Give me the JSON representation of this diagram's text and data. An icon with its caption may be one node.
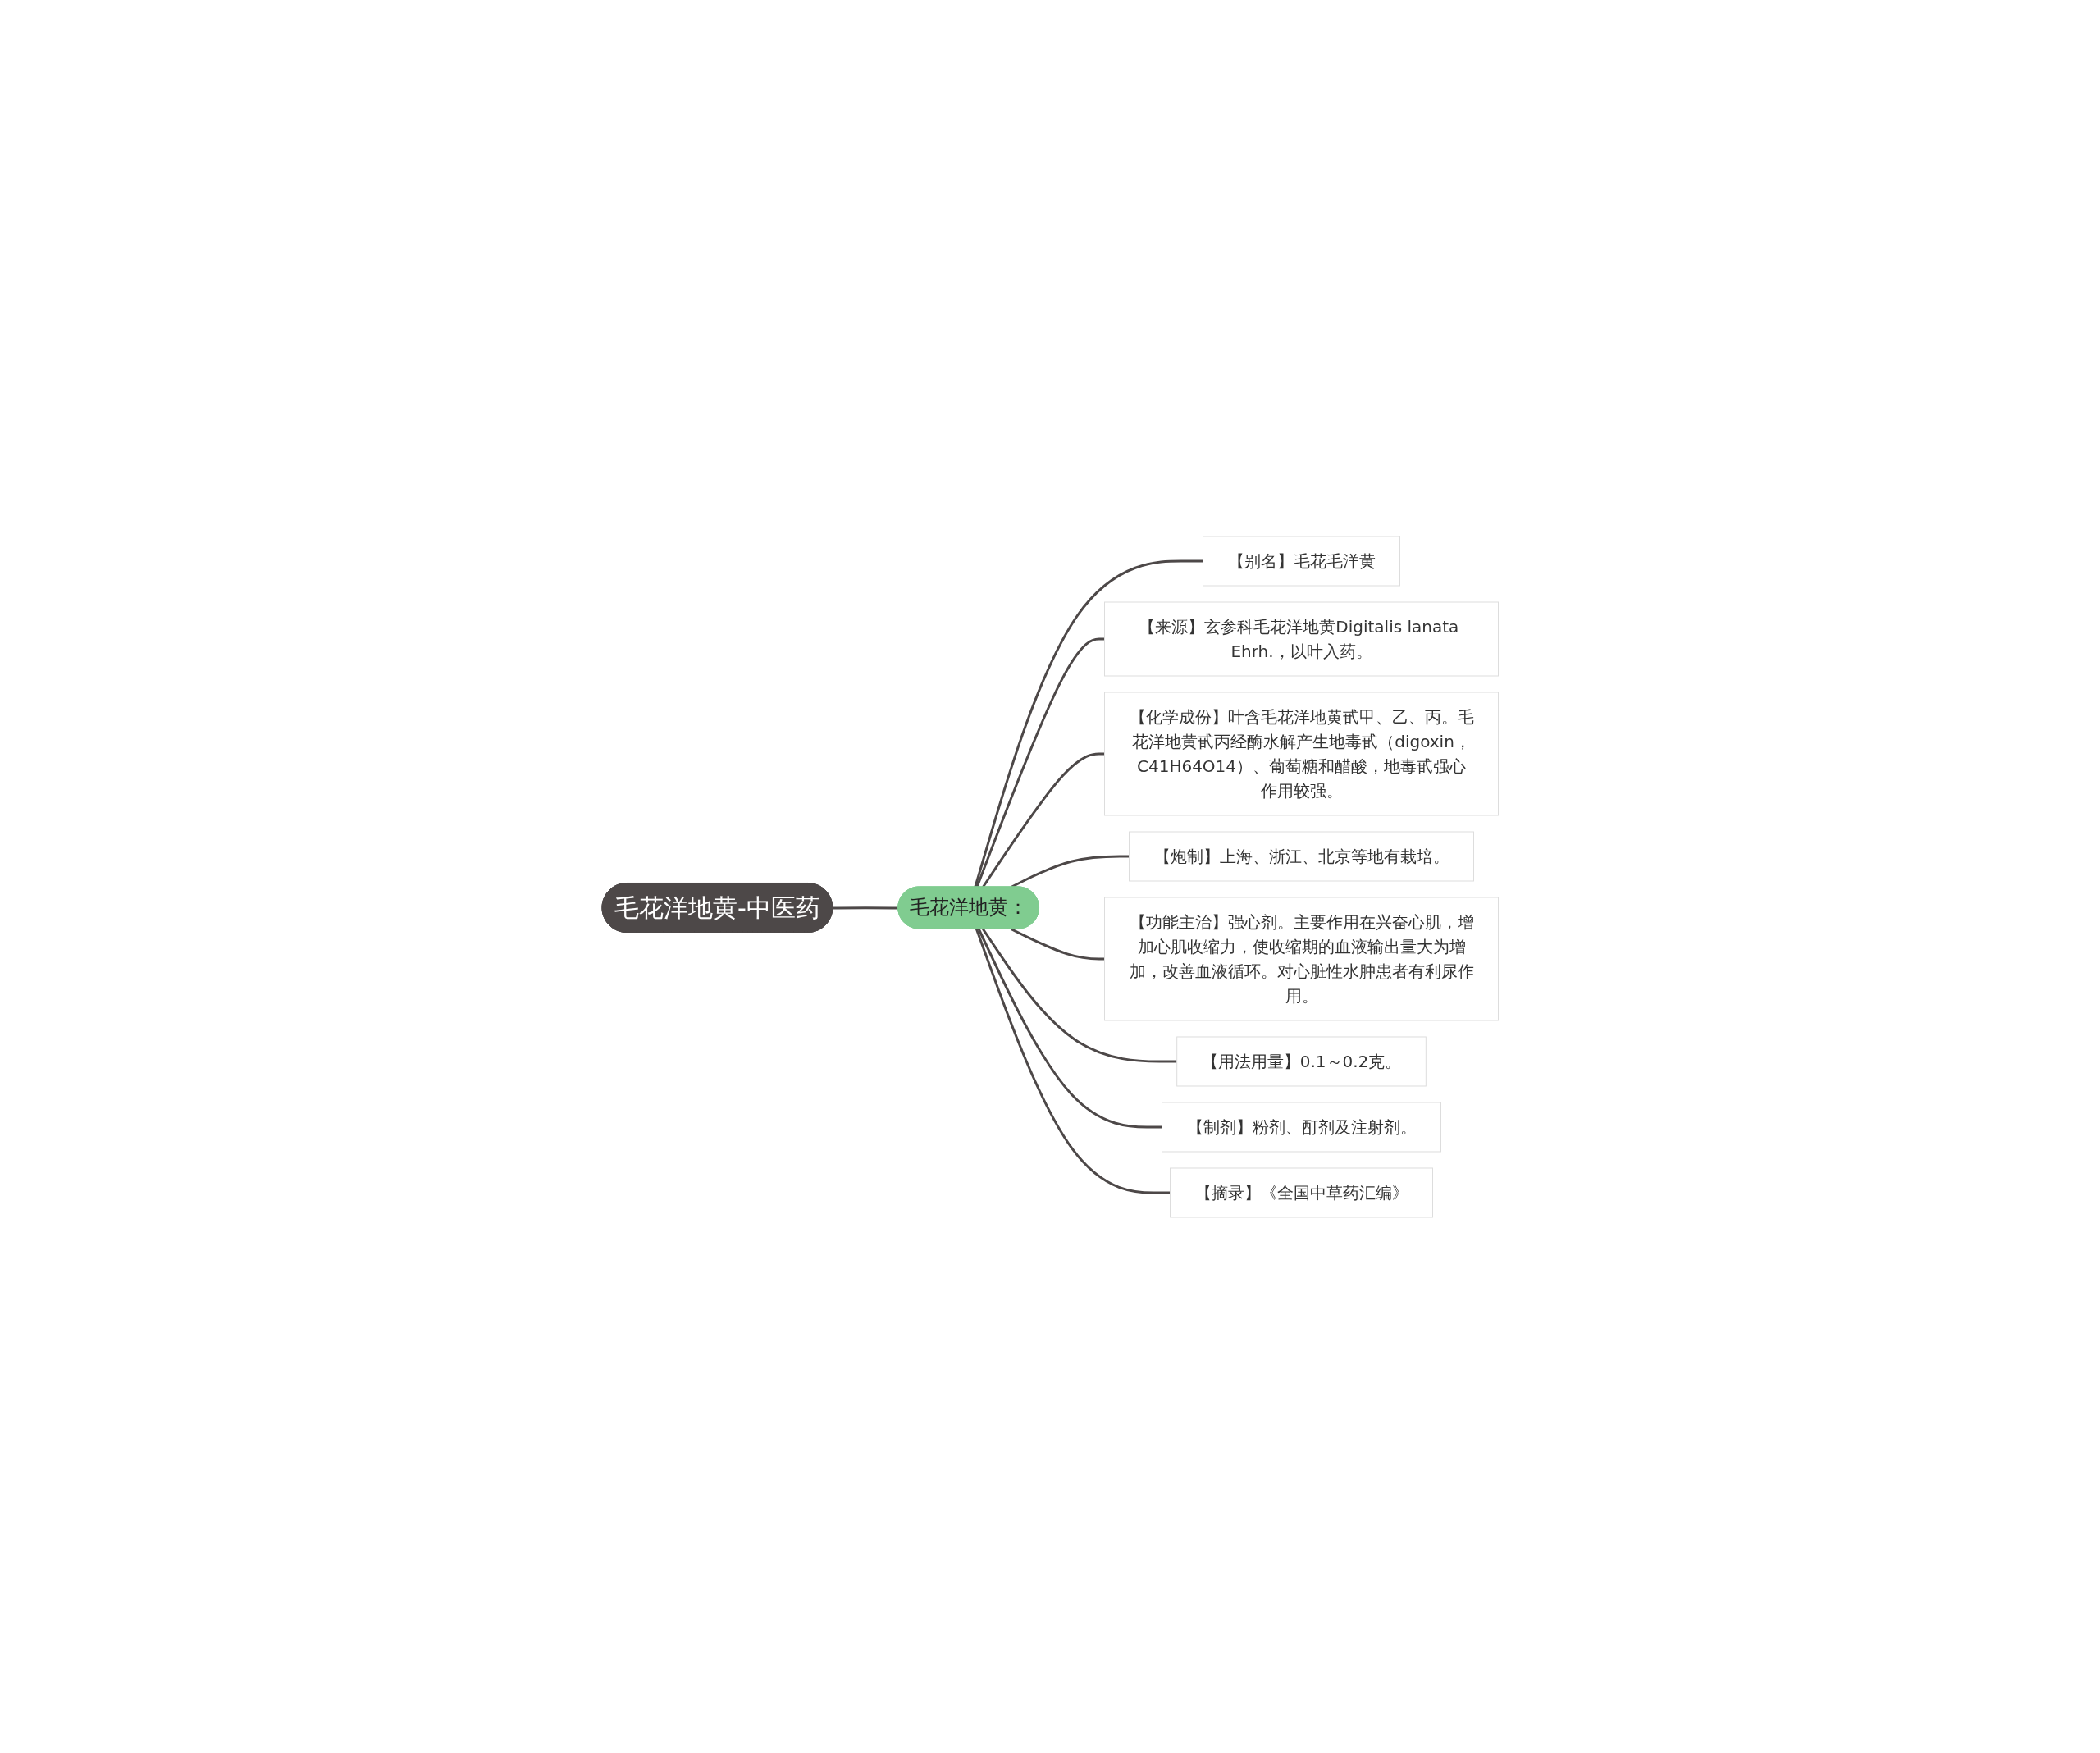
{
  "diagram": {
    "nodes": [
      {
        "text": [
          "毛花洋地黄-中医药"
        ]
      },
      {
        "text": [
          "毛花洋地黄："
        ]
      },
      {
        "text": [
          "【别名】毛花毛洋黄"
        ]
      },
      {
        "text": [
          "【来源】玄参科毛花洋地黄Digitalis lanata Ehrh.，以叶入药。"
        ]
      },
      {
        "text": [
          "【化学成份】叶含毛花洋地黄甙甲、乙、丙。毛花洋地黄甙丙经酶水解产生地毒甙（digoxin，C41H64O14）、葡萄糖和醋酸，地毒甙强心作用较强。"
        ]
      },
      {
        "text": [
          "【炮制】上海、浙江、北京等地有栽培。"
        ]
      },
      {
        "text": [
          "【功能主治】强心剂。主要作用在兴奋心肌，增加心肌收缩力，使收缩期的血液输出量大为增加，改善血液循环。对心脏性水肿患者有利尿作用。"
        ]
      },
      {
        "text": [
          "【用法用量】0.1～0.2克。"
        ]
      },
      {
        "text": [
          "【制剂】粉剂、酊剂及注射剂。"
        ]
      },
      {
        "text": [
          "【摘录】《全国中草药汇编》"
        ]
      }
    ],
    "edges": [
      {
        "from": 0,
        "to": 1,
        "arrow": "none"
      },
      {
        "from": 1,
        "to": 2,
        "arrow": "none"
      },
      {
        "from": 1,
        "to": 3,
        "arrow": "none"
      },
      {
        "from": 1,
        "to": 4,
        "arrow": "none"
      },
      {
        "from": 1,
        "to": 5,
        "arrow": "none"
      },
      {
        "from": 1,
        "to": 6,
        "arrow": "none"
      },
      {
        "from": 1,
        "to": 7,
        "arrow": "none"
      },
      {
        "from": 1,
        "to": 8,
        "arrow": "none"
      },
      {
        "from": 1,
        "to": 9,
        "arrow": "none"
      }
    ]
  }
}
